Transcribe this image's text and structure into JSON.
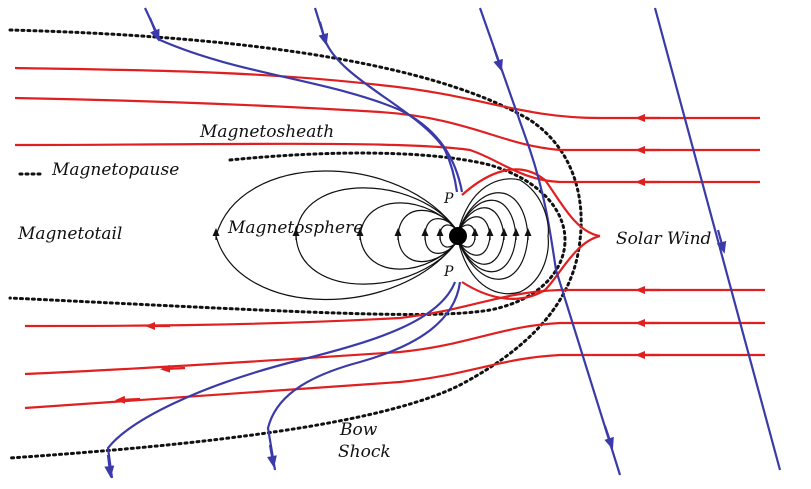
{
  "diagram": {
    "labels": {
      "magnetosheath": "Magnetosheath",
      "magnetopause": "Magnetopause",
      "magnetotail": "Magnetotail",
      "magnetosphere": "Magnetosphere",
      "solar_wind": "Solar Wind",
      "bow": "Bow",
      "shock": "Shock",
      "p_top": "P",
      "p_bottom": "P"
    },
    "colors": {
      "solar_wind_field_lines": "#e02020",
      "imf_lines": "#3a3aa8",
      "magnetosphere_field_lines": "#111111",
      "boundaries": "#111111",
      "earth": "#000000"
    }
  }
}
